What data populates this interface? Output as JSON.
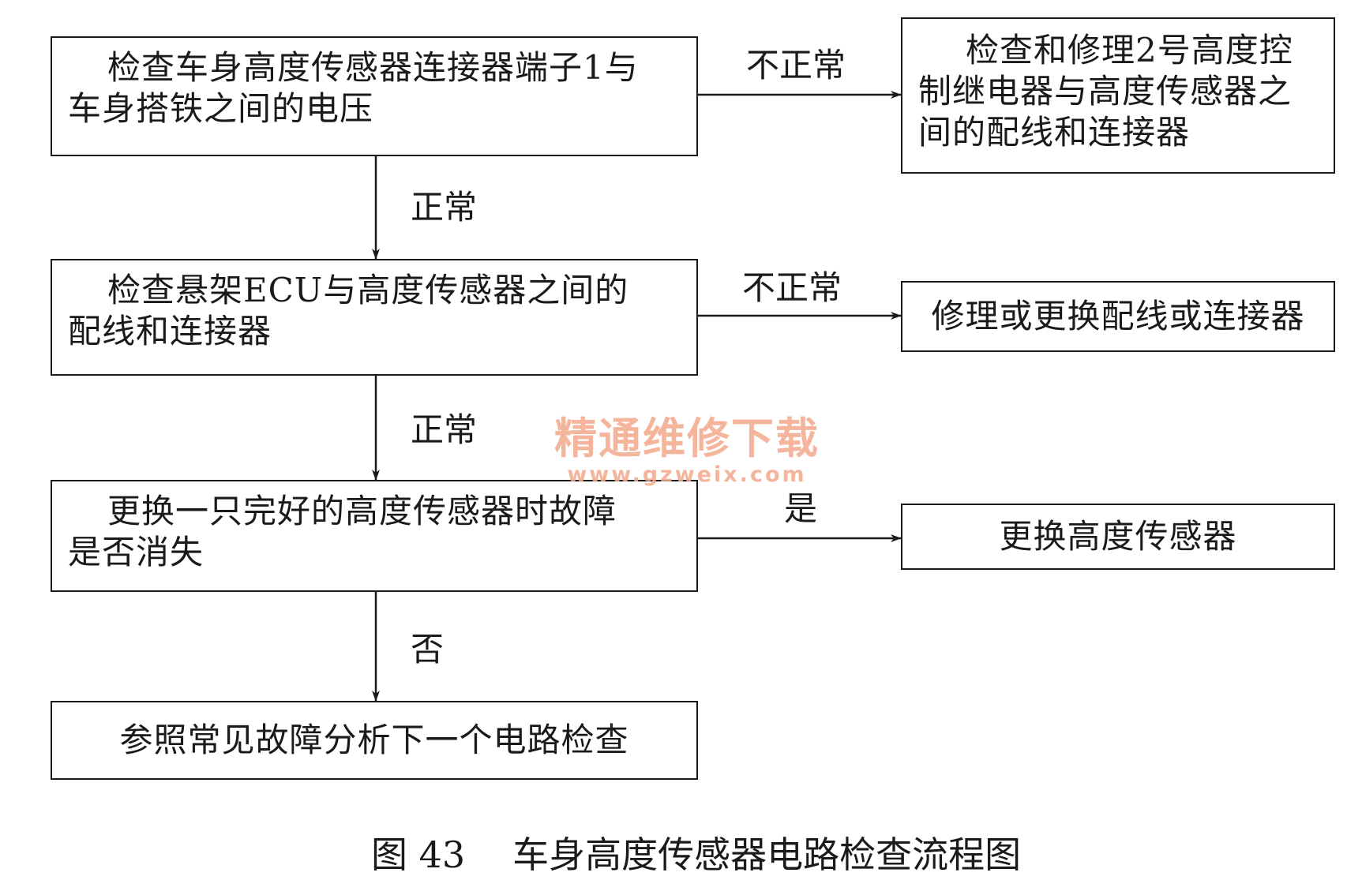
{
  "boxes": {
    "step1": {
      "line1": "检查车身高度传感器连接器端子1与",
      "line2": "车身搭铁之间的电压"
    },
    "step2": {
      "line1": "检查悬架ECU与高度传感器之间的",
      "line2": "配线和连接器"
    },
    "step3": {
      "line1": "更换一只完好的高度传感器时故障",
      "line2": "是否消失"
    },
    "step4": {
      "text": "参照常见故障分析下一个电路检查"
    },
    "action1": {
      "line1": "检查和修理2号高度控",
      "line2": "制继电器与高度传感器之",
      "line3": "间的配线和连接器"
    },
    "action2": {
      "text": "修理或更换配线或连接器"
    },
    "action3": {
      "text": "更换高度传感器"
    }
  },
  "labels": {
    "step1_to_action1": "不正常",
    "step1_to_step2": "正常",
    "step2_to_action2": "不正常",
    "step2_to_step3": "正常",
    "step3_to_action3": "是",
    "step3_to_step4": "否"
  },
  "watermark": {
    "text": "精通维修下载",
    "url": "www.gzweix.com"
  },
  "caption": {
    "figure": "图 43",
    "title": "车身高度传感器电路检查流程图"
  }
}
